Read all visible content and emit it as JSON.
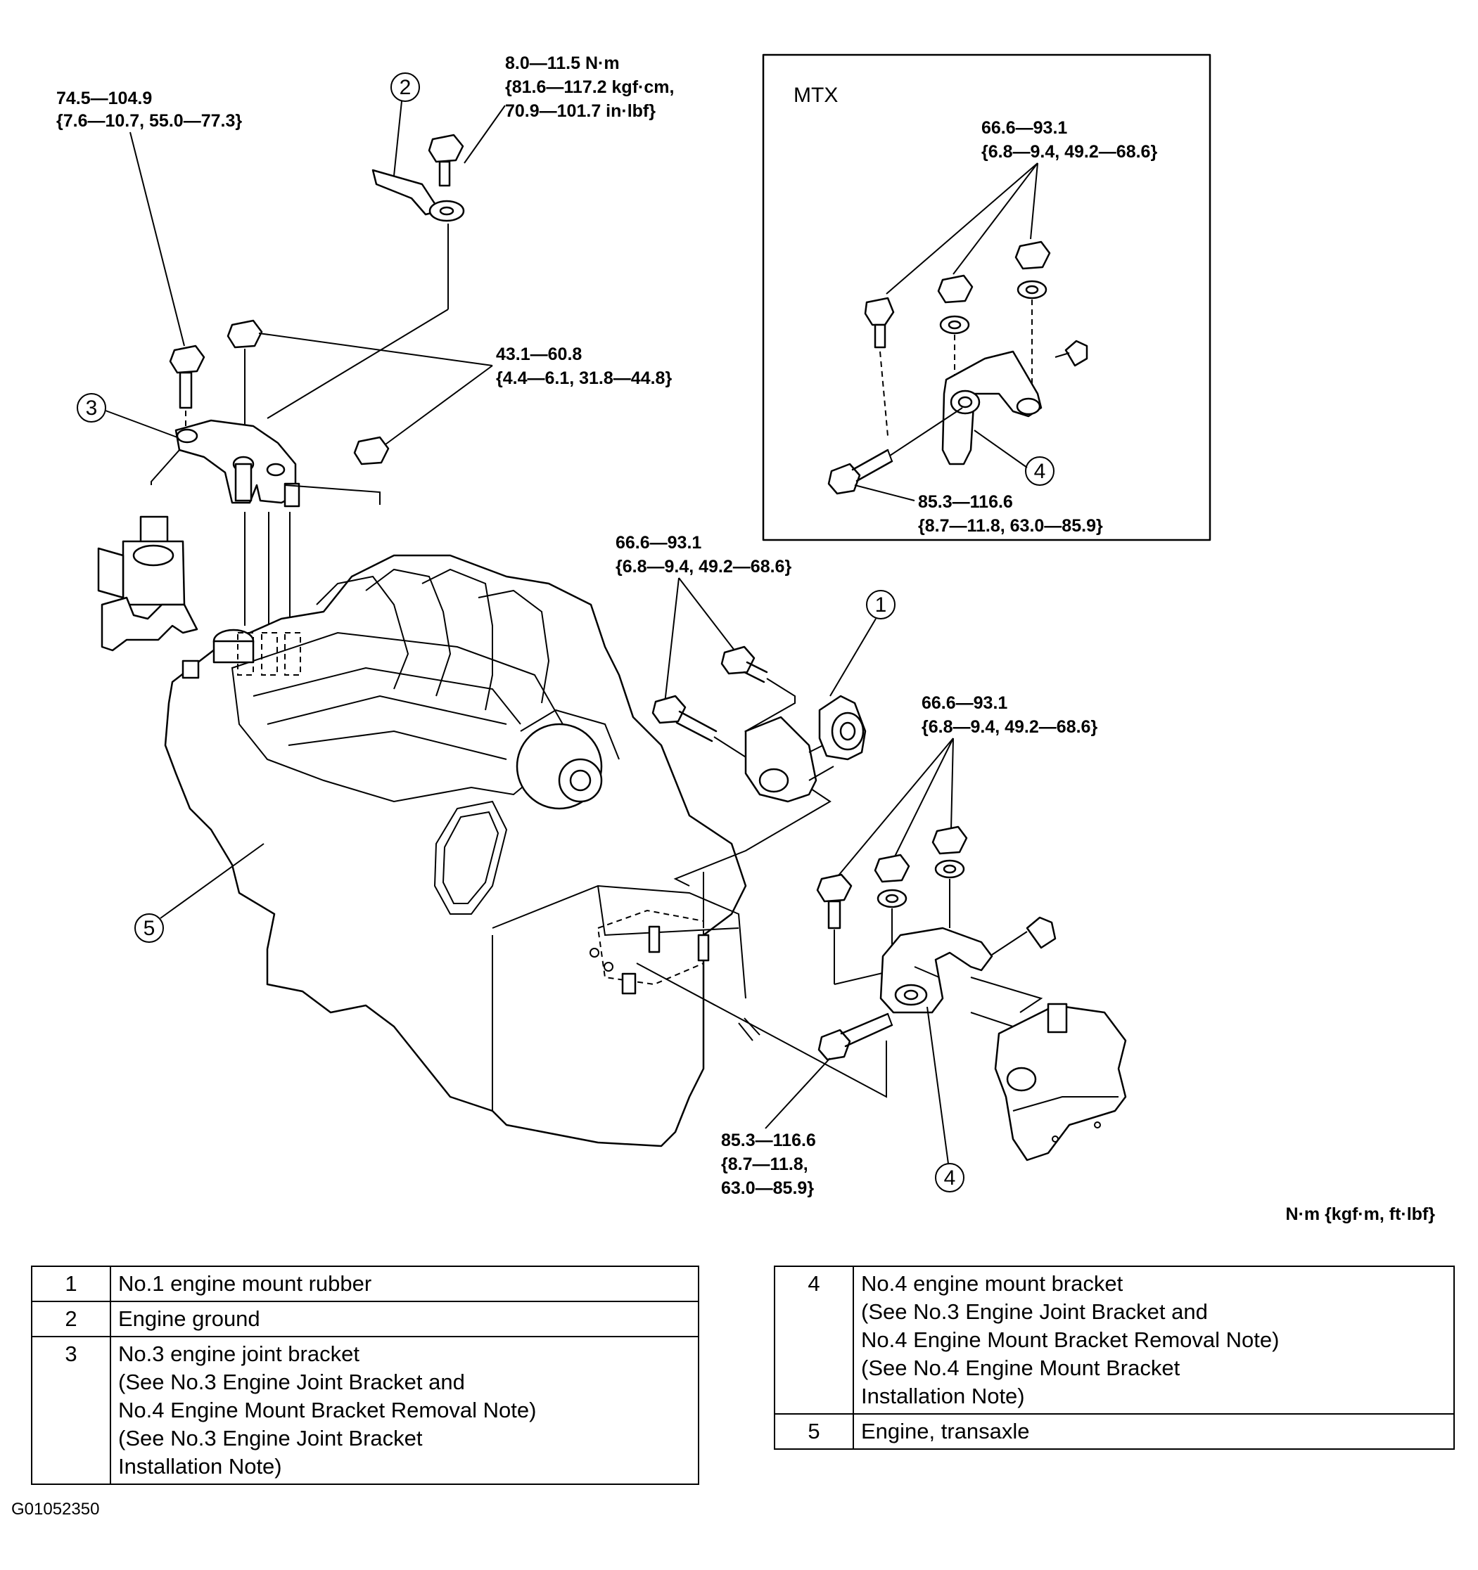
{
  "torque_specs": {
    "no3_bolt": {
      "line1": "74.5—104.9",
      "line2": "{7.6—10.7, 55.0—77.3}"
    },
    "ground_bolt": {
      "line1": "8.0—11.5 N·m",
      "line2": "{81.6—117.2 kgf·cm,",
      "line3": "70.9—101.7 in·lbf}"
    },
    "no3_nuts": {
      "line1": "43.1—60.8",
      "line2": "{4.4—6.1, 31.8—44.8}"
    },
    "no1_bolts": {
      "line1": "66.6—93.1",
      "line2": "{6.8—9.4, 49.2—68.6}"
    },
    "no4_nuts": {
      "line1": "66.6—93.1",
      "line2": "{6.8—9.4, 49.2—68.6}"
    },
    "no4_through_bolt": {
      "line1": "85.3—116.6",
      "line2": "{8.7—11.8,",
      "line3": "63.0—85.9}"
    },
    "mtx_nuts": {
      "line1": "66.6—93.1",
      "line2": "{6.8—9.4, 49.2—68.6}"
    },
    "mtx_through_bolt": {
      "line1": "85.3—116.6",
      "line2": "{8.7—11.8, 63.0—85.9}"
    }
  },
  "inset": {
    "title": "MTX"
  },
  "callouts": {
    "c1": "1",
    "c2": "2",
    "c3": "3",
    "c4": "4",
    "c4_mtx": "4",
    "c5": "5"
  },
  "units_note": "N·m {kgf·m, ft·lbf}",
  "parts_left": [
    {
      "num": "1",
      "lines": [
        "No.1 engine mount rubber"
      ]
    },
    {
      "num": "2",
      "lines": [
        "Engine ground"
      ]
    },
    {
      "num": "3",
      "lines": [
        "No.3 engine joint bracket",
        "(See No.3 Engine Joint Bracket and",
        "No.4 Engine Mount Bracket Removal Note)",
        "(See No.3 Engine Joint Bracket",
        "Installation Note)"
      ]
    }
  ],
  "parts_right": [
    {
      "num": "4",
      "lines": [
        "No.4 engine mount bracket",
        "(See No.3 Engine Joint Bracket and",
        "No.4 Engine Mount Bracket Removal Note)",
        "(See No.4 Engine Mount Bracket",
        "Installation Note)"
      ]
    },
    {
      "num": "5",
      "lines": [
        "Engine, transaxle"
      ]
    }
  ],
  "figure_id": "G01052350"
}
